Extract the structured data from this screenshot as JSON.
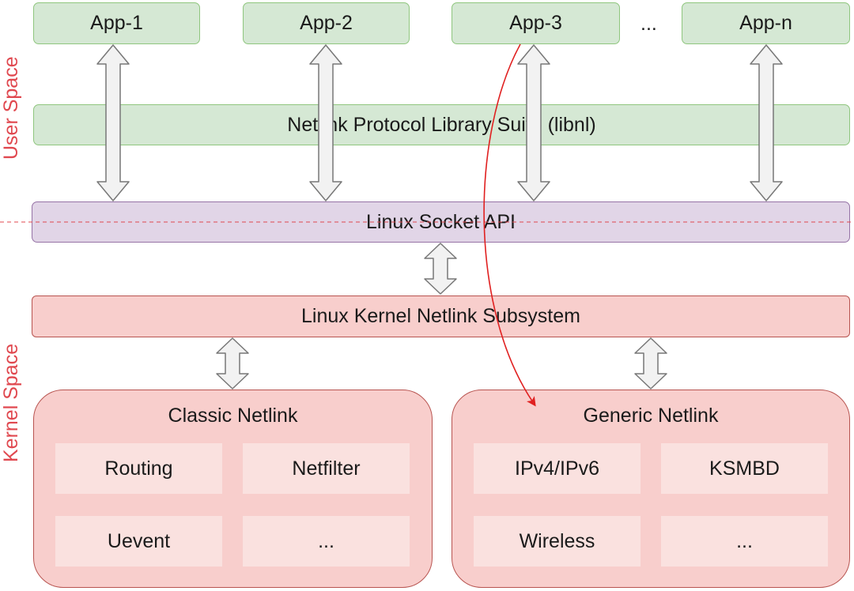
{
  "apps": [
    {
      "label": "App-1"
    },
    {
      "label": "App-2"
    },
    {
      "label": "App-3"
    },
    {
      "label": "App-n"
    }
  ],
  "apps_ellipsis": "...",
  "libnl": {
    "label": "Netlink Protocol Library Suite (libnl)"
  },
  "socket_api": {
    "label": "Linux Socket API"
  },
  "kernel_subsystem": {
    "label": "Linux Kernel Netlink Subsystem"
  },
  "side_labels": {
    "user": "User Space",
    "kernel": "Kernel Space"
  },
  "classic": {
    "title": "Classic Netlink",
    "cells": [
      "Routing",
      "Netfilter",
      "Uevent",
      "..."
    ]
  },
  "generic": {
    "title": "Generic Netlink",
    "cells": [
      "IPv4/IPv6",
      "KSMBD",
      "Wireless",
      "..."
    ]
  },
  "colors": {
    "user_fill": "#d5e8d4",
    "user_stroke": "#8fc67e",
    "socket_fill": "#e1d5e7",
    "socket_stroke": "#9673a6",
    "kernel_fill": "#f8cecc",
    "kernel_stroke": "#b85450",
    "cell_fill": "#fae1df",
    "boundary_line": "#e0484f",
    "flow_arrow": "#e02020",
    "connector_fill": "#f2f2f2",
    "connector_stroke": "#777777"
  }
}
